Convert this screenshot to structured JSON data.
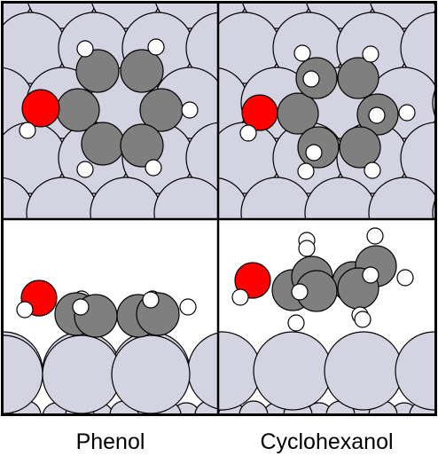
{
  "captions": {
    "left": "Phenol",
    "right": "Cyclohexanol"
  },
  "panels": [
    {
      "id": "phenol-top-view",
      "molecule": "Phenol",
      "view": "top"
    },
    {
      "id": "cyclohexanol-top-view",
      "molecule": "Cyclohexanol",
      "view": "top"
    },
    {
      "id": "phenol-side-view",
      "molecule": "Phenol",
      "view": "side"
    },
    {
      "id": "cyclohexanol-side-view",
      "molecule": "Cyclohexanol",
      "view": "side"
    }
  ],
  "colors": {
    "surface_atom": "#d3d3e2",
    "carbon": "#7f7f7f",
    "oxygen": "#ff0000",
    "hydrogen": "#ffffff",
    "outline": "#000000"
  }
}
